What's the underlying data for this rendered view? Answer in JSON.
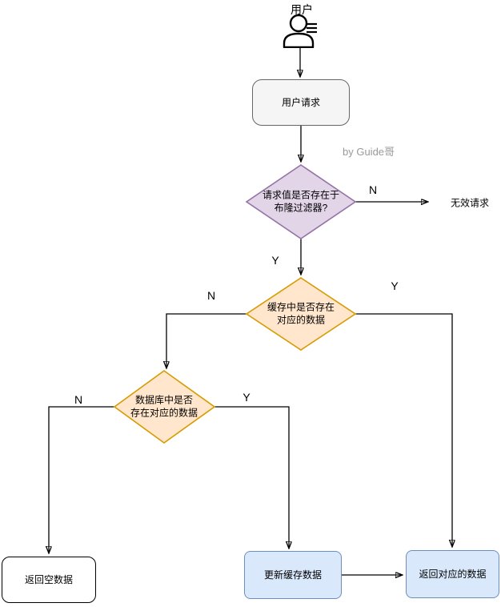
{
  "diagram": {
    "actor": {
      "label": "用户"
    },
    "watermark": "by Guide哥",
    "nodes": {
      "user_request": "用户请求",
      "bloom_check": "请求值是否存在于\n布隆过滤器?",
      "invalid_request": "无效请求",
      "cache_check": "缓存中是否存在\n对应的数据",
      "db_check": "数据库中是否\n存在对应的数据",
      "return_empty": "返回空数据",
      "update_cache": "更新缓存数据",
      "return_data": "返回对应的数据"
    },
    "edge_labels": {
      "bloom_no": "N",
      "bloom_yes": "Y",
      "cache_no": "N",
      "cache_yes": "Y",
      "db_no": "N",
      "db_yes": "Y"
    },
    "colors": {
      "purple_fill": "#e1d5e7",
      "purple_stroke": "#9673a6",
      "orange_fill": "#ffe6cc",
      "orange_stroke": "#d79b00",
      "blue_fill": "#dae8fc",
      "blue_stroke": "#6c8ebf",
      "gray_fill": "#f5f5f5",
      "gray_stroke": "#666666",
      "watermark_color": "#999999"
    }
  }
}
